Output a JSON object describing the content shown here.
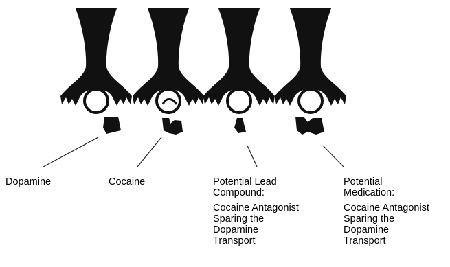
{
  "colors": {
    "ink": "#111111",
    "background": "#ffffff"
  },
  "labels": {
    "dopamine": "Dopamine",
    "cocaine": "Cocaine",
    "lead": {
      "title_line1": "Potential Lead",
      "title_line2": "Compound:",
      "desc_line1": "Cocaine Antagonist",
      "desc_line2": "Sparing the",
      "desc_line3": "Dopamine",
      "desc_line4": "Transport"
    },
    "medication": {
      "title_line1": "Potential",
      "title_line2": "Medication:",
      "desc_line1": "Cocaine Antagonist",
      "desc_line2": "Sparing the",
      "desc_line3": "Dopamine",
      "desc_line4": "Transport"
    }
  }
}
